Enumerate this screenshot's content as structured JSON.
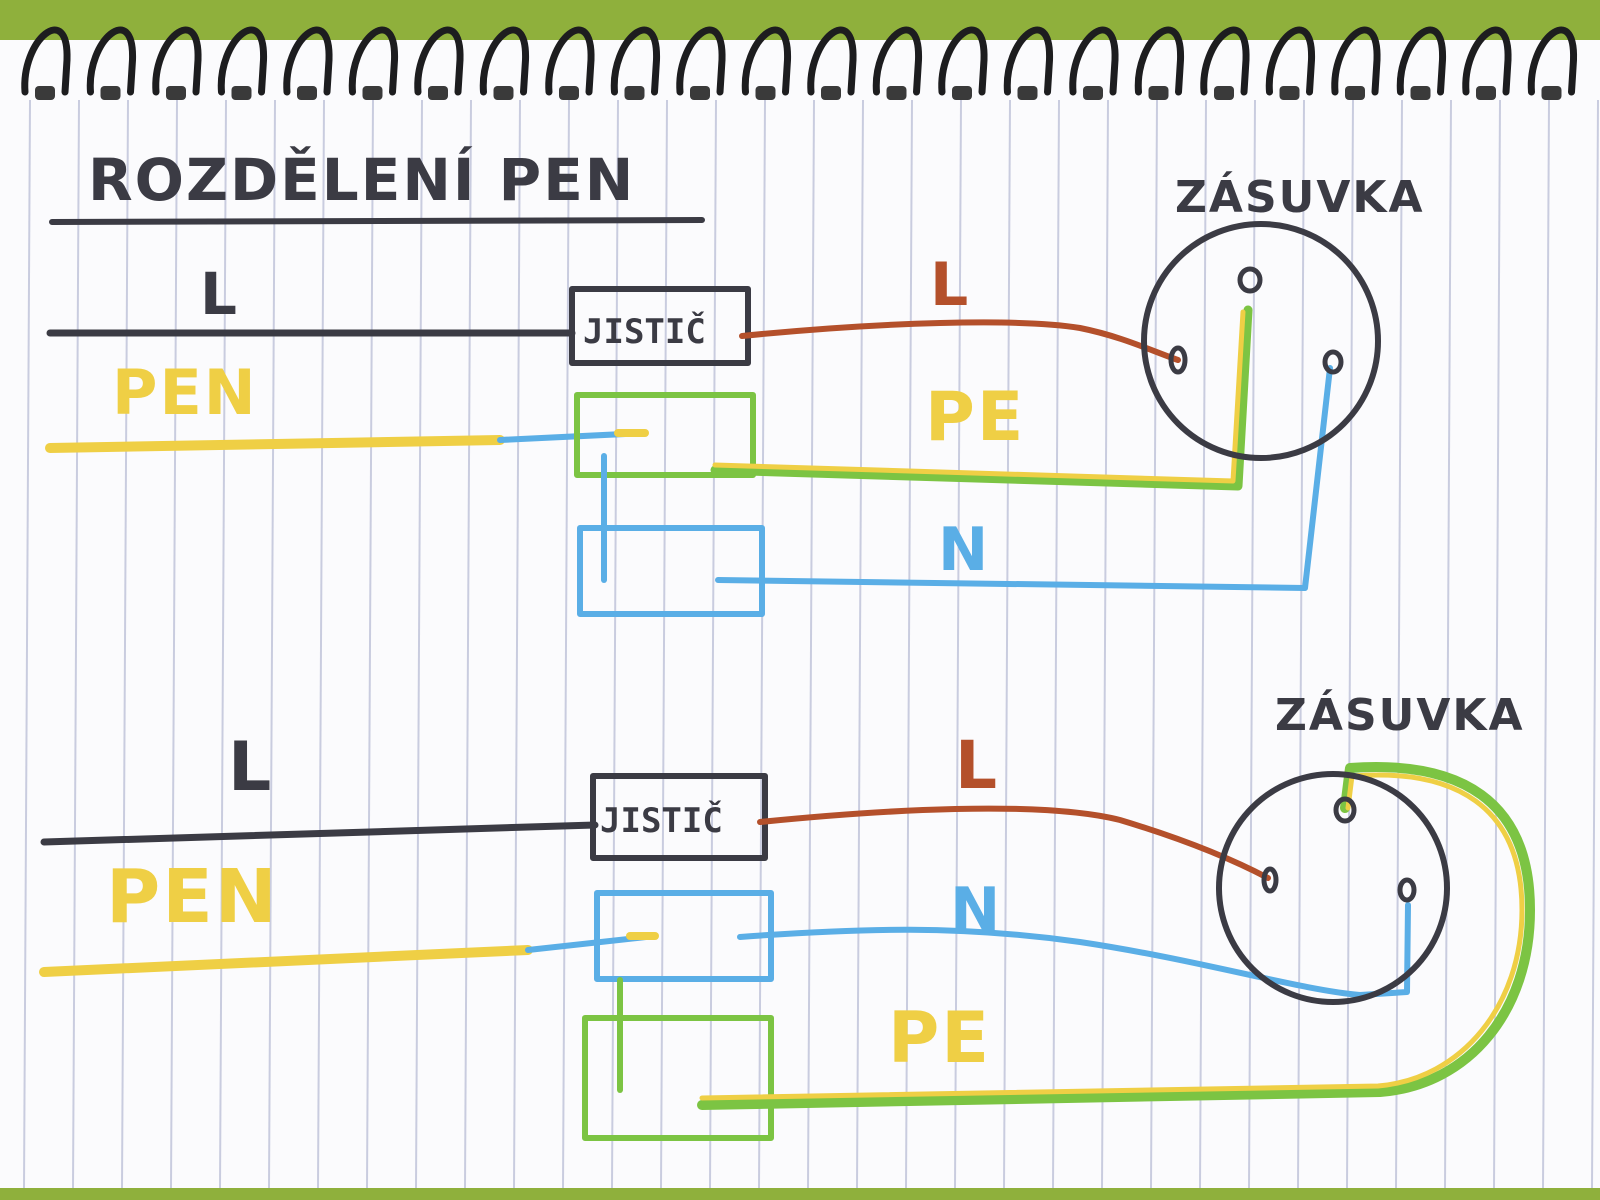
{
  "title": "ROZDĚLENÍ PEN",
  "colors": {
    "paper": "#fbfbfd",
    "background": "#8fb03c",
    "rule_line": "#c9ccdf",
    "ink": "#3b3b44",
    "line": "#b4502b",
    "pen": "#efcf45",
    "pe": "#7cc443",
    "neutral": "#5aaee6"
  },
  "top_diagram": {
    "supply_l_label": "L",
    "supply_pen_label": "PEN",
    "breaker_label": "JISTIČ",
    "out_l_label": "L",
    "pe_label": "PE",
    "n_label": "N",
    "socket_label": "ZÁSUVKA"
  },
  "bottom_diagram": {
    "supply_l_label": "L",
    "supply_pen_label": "PEN",
    "breaker_label": "JISTIČ",
    "out_l_label": "L",
    "n_label": "N",
    "pe_label": "PE",
    "socket_label": "ZÁSUVKA"
  }
}
